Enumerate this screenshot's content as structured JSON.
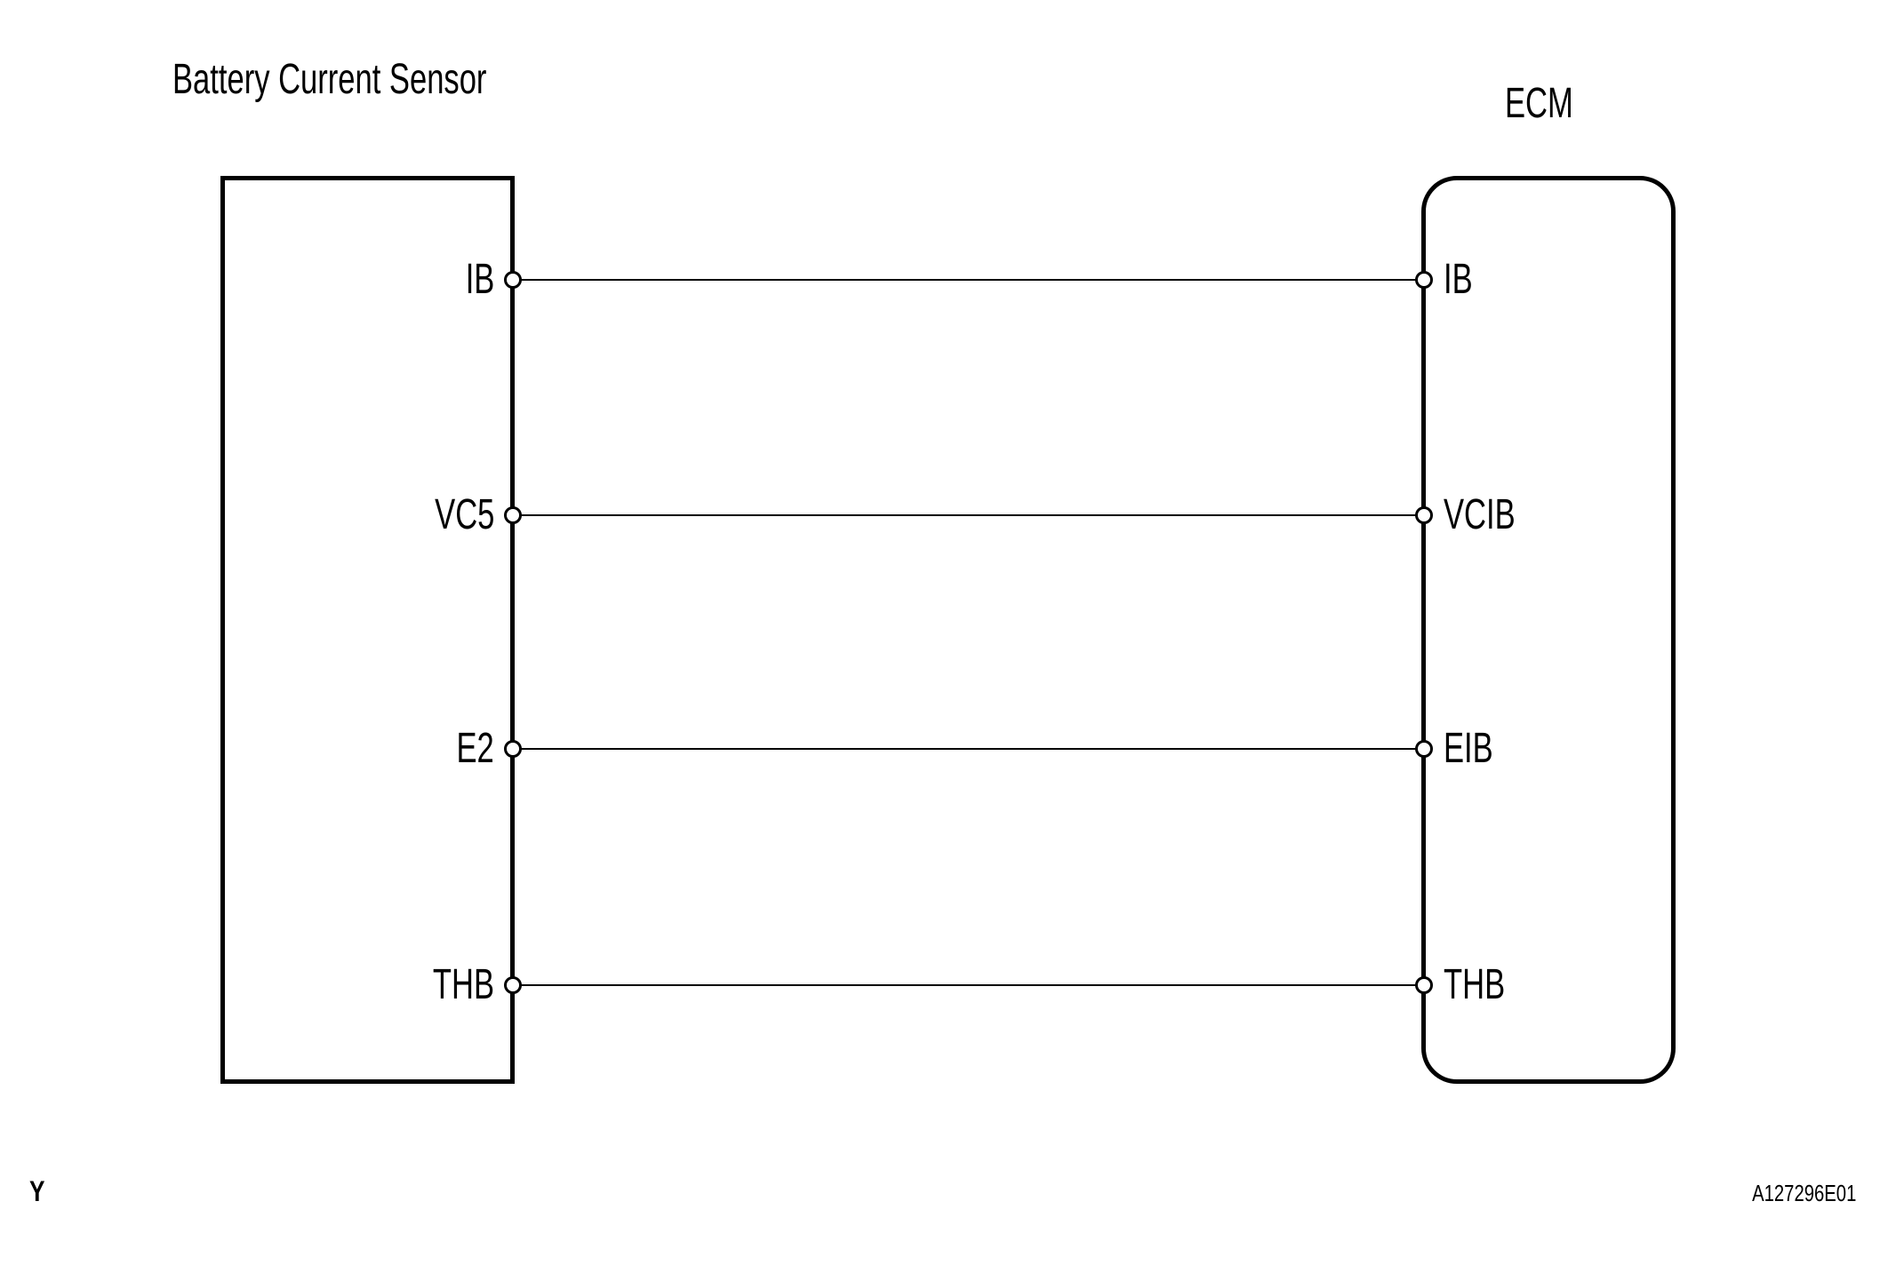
{
  "diagram": {
    "left_component": {
      "title": "Battery Current Sensor"
    },
    "right_component": {
      "title": "ECM"
    },
    "connections": [
      {
        "left_pin": "IB",
        "right_pin": "IB"
      },
      {
        "left_pin": "VC5",
        "right_pin": "VCIB"
      },
      {
        "left_pin": "E2",
        "right_pin": "EIB"
      },
      {
        "left_pin": "THB",
        "right_pin": "THB"
      }
    ],
    "footer": {
      "page_marker": "Y",
      "figure_id": "A127296E01"
    },
    "colors": {
      "line": "#000000",
      "background": "#ffffff"
    }
  }
}
